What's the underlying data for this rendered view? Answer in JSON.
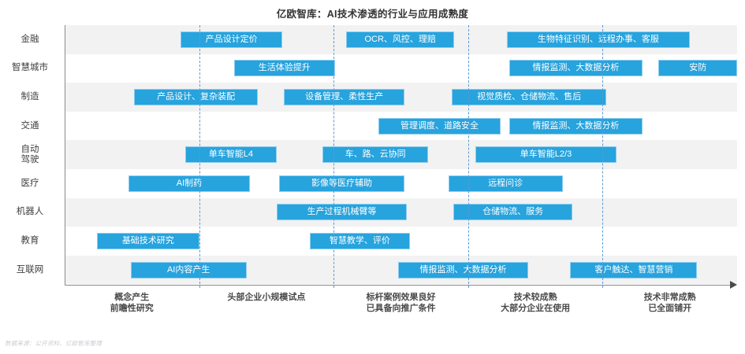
{
  "chart_data": {
    "type": "bar",
    "title": "亿欧智库：AI技术渗透的行业与应用成熟度",
    "xlabel": "",
    "ylabel": "",
    "grid": "vertical-dashed",
    "legend": "none",
    "stage_axis": [
      {
        "line1": "概念产生",
        "line2": "前瞻性研究"
      },
      {
        "line1": "头部企业小规模试点",
        "line2": ""
      },
      {
        "line1": "标杆案例效果良好",
        "line2": "已具备向推广条件"
      },
      {
        "line1": "技术较成熟",
        "line2": "大部分企业在使用"
      },
      {
        "line1": "技术非常成熟",
        "line2": "已全面铺开"
      }
    ],
    "categories": [
      "金融",
      "智慧城市",
      "制造",
      "交通",
      "自动驾驶",
      "医疗",
      "机器人",
      "教育",
      "互联网"
    ],
    "rows": [
      {
        "category": "金融",
        "label_line1": "金融",
        "label_line2": "",
        "bars": [
          {
            "text": "产品设计定价",
            "start": 0.93,
            "end": 1.75
          },
          {
            "text": "OCR、风控、理赔",
            "start": 2.26,
            "end": 3.13
          },
          {
            "text": "生物特征识别、远程办事、客服",
            "start": 3.55,
            "end": 5.02
          }
        ]
      },
      {
        "category": "智慧城市",
        "label_line1": "智慧城市",
        "label_line2": "",
        "bars": [
          {
            "text": "生活体验提升",
            "start": 1.36,
            "end": 2.17
          },
          {
            "text": "情报监测、大数据分析",
            "start": 3.57,
            "end": 4.64
          },
          {
            "text": "安防",
            "start": 4.77,
            "end": 5.4
          }
        ]
      },
      {
        "category": "制造",
        "label_line1": "制造",
        "label_line2": "",
        "bars": [
          {
            "text": "产品设计、复杂装配",
            "start": 0.56,
            "end": 1.55
          },
          {
            "text": "设备管理、柔性生产",
            "start": 1.76,
            "end": 2.73
          },
          {
            "text": "视觉质检、仓储物流、售后",
            "start": 3.11,
            "end": 4.35
          }
        ]
      },
      {
        "category": "交通",
        "label_line1": "交通",
        "label_line2": "",
        "bars": [
          {
            "text": "管理调度、道路安全",
            "start": 2.52,
            "end": 3.5
          },
          {
            "text": "情报监测、大数据分析",
            "start": 3.57,
            "end": 4.64
          }
        ]
      },
      {
        "category": "自动驾驶",
        "label_line1": "自动",
        "label_line2": "驾驶",
        "bars": [
          {
            "text": "单车智能L4",
            "start": 0.97,
            "end": 1.7
          },
          {
            "text": "车、路、云协同",
            "start": 2.07,
            "end": 2.92
          },
          {
            "text": "单车智能L2/3",
            "start": 3.3,
            "end": 4.43
          }
        ]
      },
      {
        "category": "医疗",
        "label_line1": "医疗",
        "label_line2": "",
        "bars": [
          {
            "text": "AI制药",
            "start": 0.51,
            "end": 1.49
          },
          {
            "text": "影像等医疗辅助",
            "start": 1.72,
            "end": 2.73
          },
          {
            "text": "远程问诊",
            "start": 3.08,
            "end": 4.0
          }
        ]
      },
      {
        "category": "机器人",
        "label_line1": "机器人",
        "label_line2": "",
        "bars": [
          {
            "text": "生产过程机械臂等",
            "start": 1.7,
            "end": 2.75
          },
          {
            "text": "仓储物流、服务",
            "start": 3.12,
            "end": 4.08
          }
        ]
      },
      {
        "category": "教育",
        "label_line1": "教育",
        "label_line2": "",
        "bars": [
          {
            "text": "基础技术研究",
            "start": 0.26,
            "end": 1.08
          },
          {
            "text": "智慧教学、评价",
            "start": 1.97,
            "end": 2.77
          }
        ]
      },
      {
        "category": "互联网",
        "label_line1": "互联网",
        "label_line2": "",
        "bars": [
          {
            "text": "AI内容产生",
            "start": 0.53,
            "end": 1.46
          },
          {
            "text": "情报监测、大数据分析",
            "start": 2.68,
            "end": 3.72
          },
          {
            "text": "客户触达、智慧营销",
            "start": 4.06,
            "end": 5.08
          }
        ]
      }
    ],
    "colors": {
      "bar_fill": "#27a3dd",
      "bar_border": "#8ecdf0",
      "gridline": "#5b9bd5",
      "band": "#f2f2f2",
      "axis": "#8a8a8a",
      "title_text": "#333333"
    }
  },
  "footer": {
    "source_note": "数据来源：公开资料、亿欧智库整理"
  }
}
